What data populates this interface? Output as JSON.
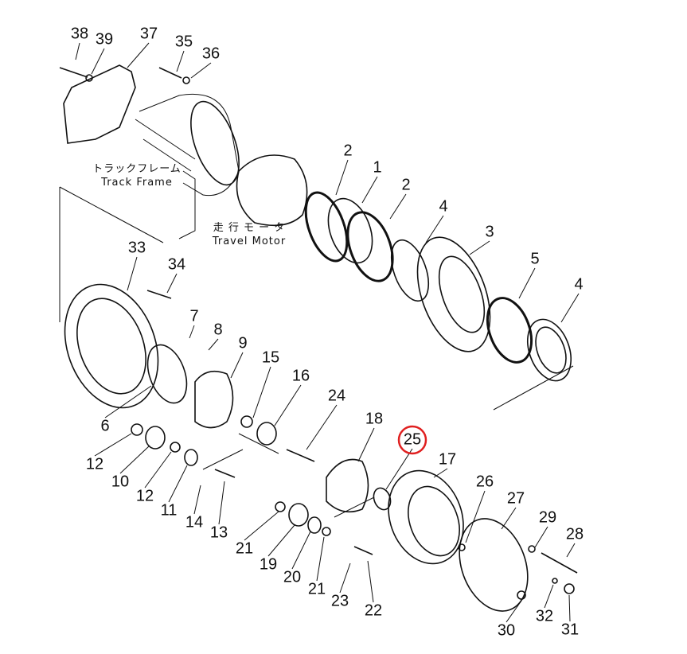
{
  "diagram": {
    "title": "Final drive exploded parts diagram",
    "captions": {
      "track_frame_jp": "トラックフレーム",
      "track_frame_en": "Track  Frame",
      "travel_motor_jp": "走 行 モ ー タ",
      "travel_motor_en": "Travel  Motor"
    },
    "highlight_color": "#e02020",
    "highlighted_part": "25",
    "part_labels": [
      "38",
      "39",
      "37",
      "35",
      "36",
      "2",
      "1",
      "2",
      "4",
      "3",
      "5",
      "4",
      "33",
      "34",
      "7",
      "8",
      "9",
      "15",
      "16",
      "24",
      "6",
      "18",
      "25",
      "17",
      "12",
      "10",
      "12",
      "11",
      "26",
      "27",
      "14",
      "13",
      "29",
      "28",
      "21",
      "19",
      "20",
      "21",
      "23",
      "22",
      "30",
      "32",
      "31"
    ]
  }
}
